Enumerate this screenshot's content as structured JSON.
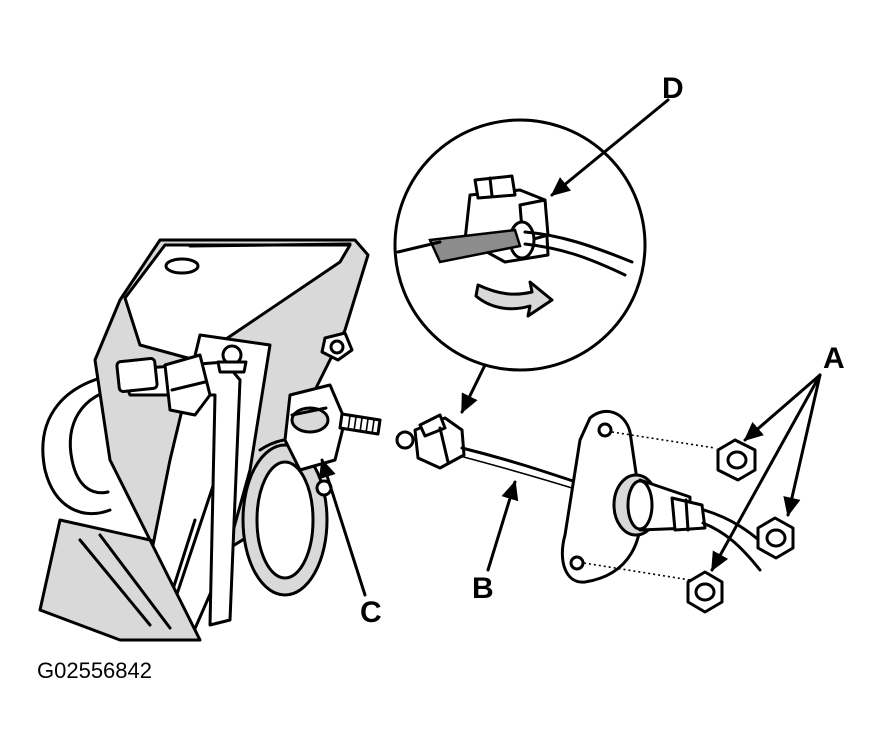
{
  "callouts": {
    "a": "A",
    "b": "B",
    "c": "C",
    "d": "D"
  },
  "figure_id": "G02556842"
}
